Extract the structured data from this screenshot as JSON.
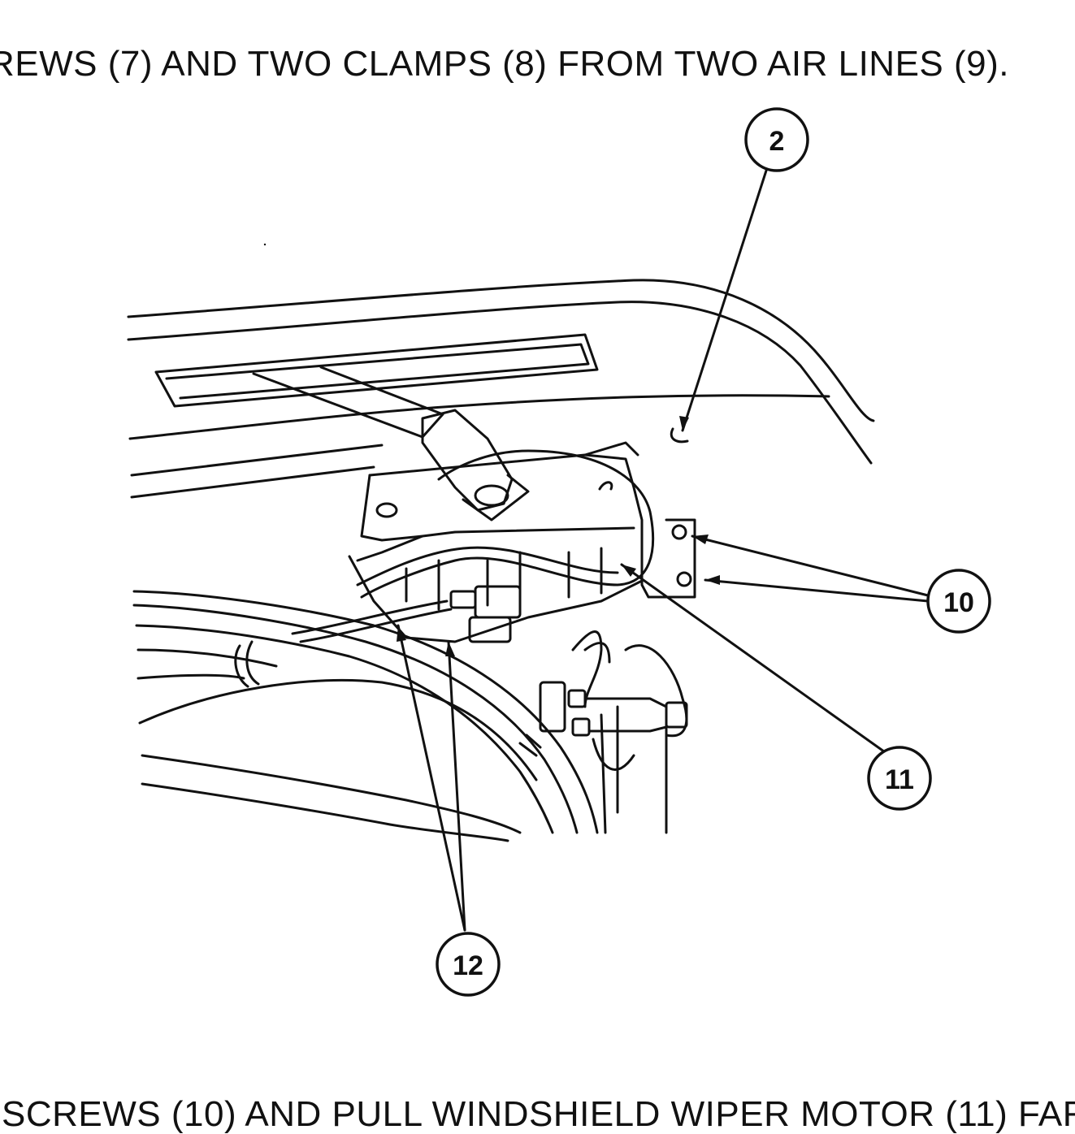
{
  "document": {
    "step_text_top": "REWS (7) AND TWO CLAMPS (8) FROM TWO AIR LINES (9).",
    "step_text_bottom": "SCREWS (10) AND PULL WINDSHIELD WIPER MOTOR (11) FAR"
  },
  "figure": {
    "callouts": [
      {
        "label": "2"
      },
      {
        "label": "10"
      },
      {
        "label": "11"
      },
      {
        "label": "12"
      }
    ],
    "line_color": "#111111"
  }
}
